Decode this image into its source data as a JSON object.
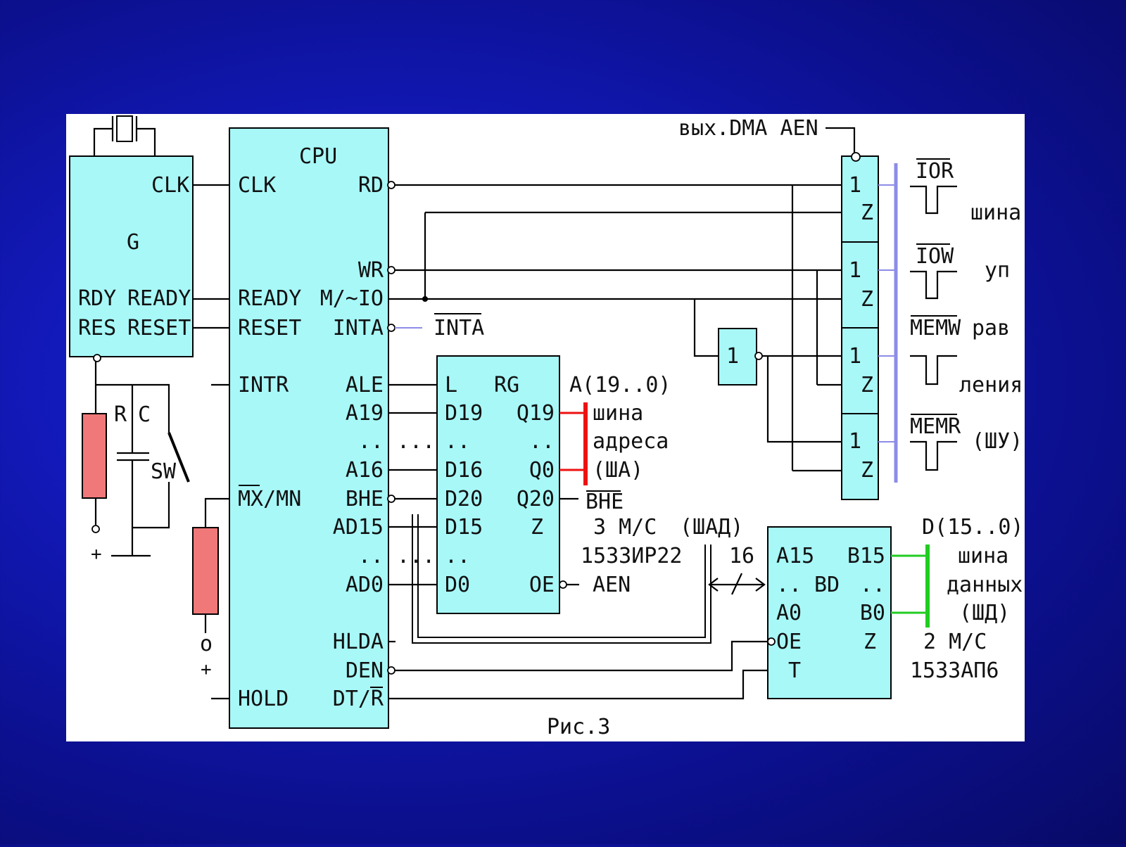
{
  "figure_caption": "Рис.3",
  "dma_label": "вых.DMA AEN",
  "generator": {
    "name": "G",
    "clk": "CLK",
    "rdy": "RDY",
    "ready": "READY",
    "res": "RES",
    "reset": "RESET"
  },
  "reset_circuit": {
    "r": "R",
    "c": "C",
    "sw": "SW",
    "plus": "+",
    "o": "o"
  },
  "cpu": {
    "title": "CPU",
    "left_pins": [
      "CLK",
      "READY",
      "RESET",
      "INTR",
      "MX/MN",
      "HOLD"
    ],
    "right_pins": {
      "rd": "RD",
      "wr": "WR",
      "mio": "M/~IO",
      "inta": "INTA",
      "ale": "ALE",
      "a19": "A19",
      "dots": "..",
      "a16": "A16",
      "bhe": "BHE",
      "ad15": "AD15",
      "ad0": "AD0",
      "hlda": "HLDA",
      "den": "DEN",
      "dtr": "DT/R"
    }
  },
  "inta_out": "INTA",
  "dots_row": "....",
  "register": {
    "type": "RG",
    "l": "L",
    "left": [
      "D19",
      "..",
      "D16",
      "D20",
      "D15",
      "..",
      "D0"
    ],
    "right": [
      "Q19",
      "..",
      "Q0",
      "Q20",
      "Z",
      "OE"
    ],
    "oe_label": "AEN",
    "chip_count": "3 М/С",
    "chip": "1533ИР22"
  },
  "address_bus": {
    "range": "A(19..0)",
    "line1": "шина",
    "line2": "адреса",
    "line3": "(ША)",
    "bhe": "BHE"
  },
  "mux_bus": {
    "label": "(ШАД)",
    "width": "16"
  },
  "transceiver": {
    "type": "BD",
    "left": [
      "A15",
      "..",
      "A0",
      "OE",
      "T"
    ],
    "right": [
      "B15",
      "..",
      "B0",
      "Z"
    ],
    "chip_count": "2 М/С",
    "chip": "1533АП6"
  },
  "data_bus": {
    "range": "D(15..0)",
    "line1": "шина",
    "line2": "данных",
    "line3": "(ШД)"
  },
  "inverter": {
    "symbol": "1"
  },
  "buffers": {
    "one": "1",
    "z": "Z"
  },
  "control_signals": [
    "IOR",
    "IOW",
    "MEMW",
    "MEMR"
  ],
  "control_bus": {
    "w1": "шина",
    "w2": "уп",
    "w3": "рав",
    "w4": "ления",
    "w5": "(ШУ)"
  }
}
